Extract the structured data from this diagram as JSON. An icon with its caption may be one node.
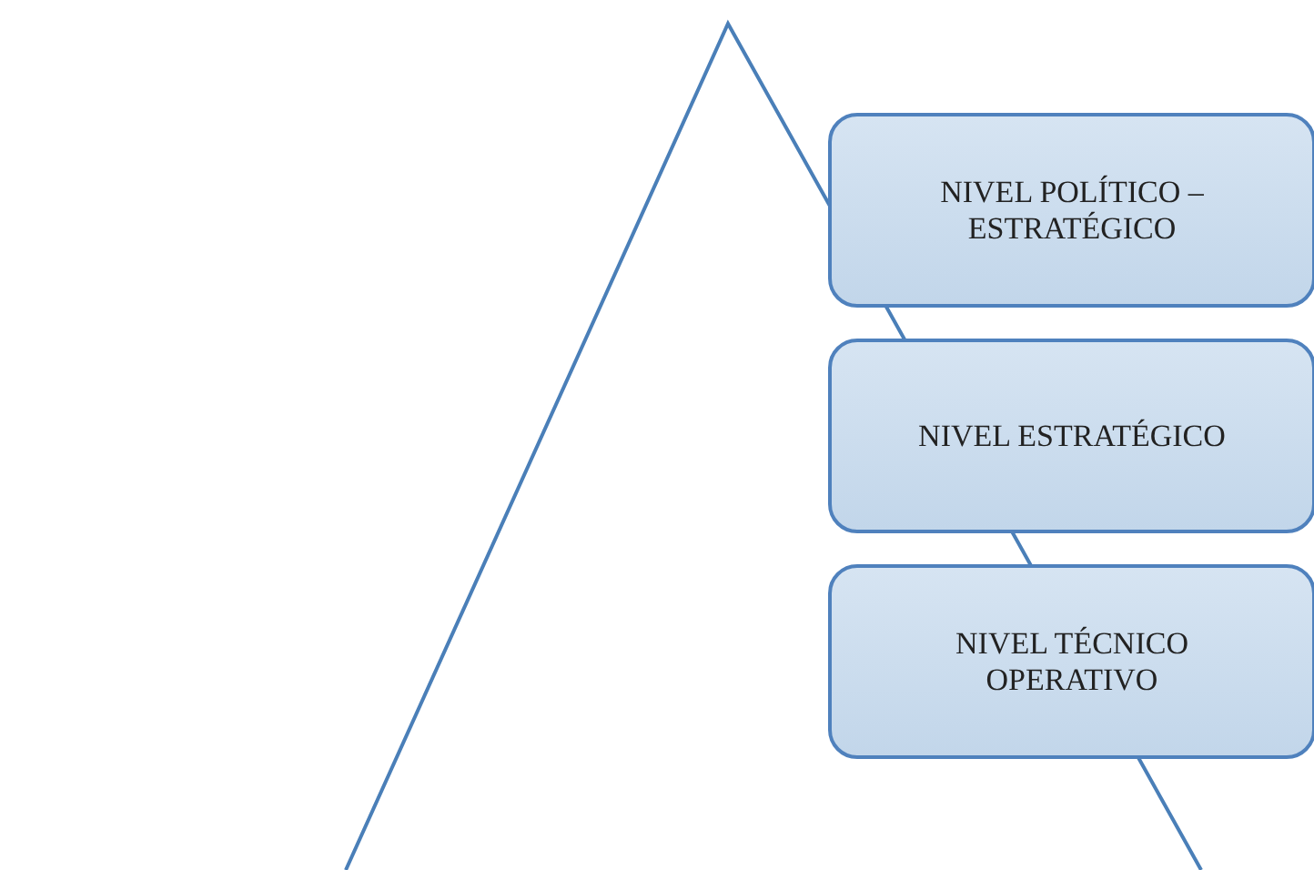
{
  "diagram": {
    "nodes": [
      {
        "text": [
          "NIVEL POLÍTICO – ESTRATÉGICO"
        ]
      },
      {
        "text": [
          "NIVEL ESTRATÉGICO"
        ]
      },
      {
        "text": [
          "NIVEL TÉCNICO OPERATIVO"
        ]
      }
    ]
  }
}
